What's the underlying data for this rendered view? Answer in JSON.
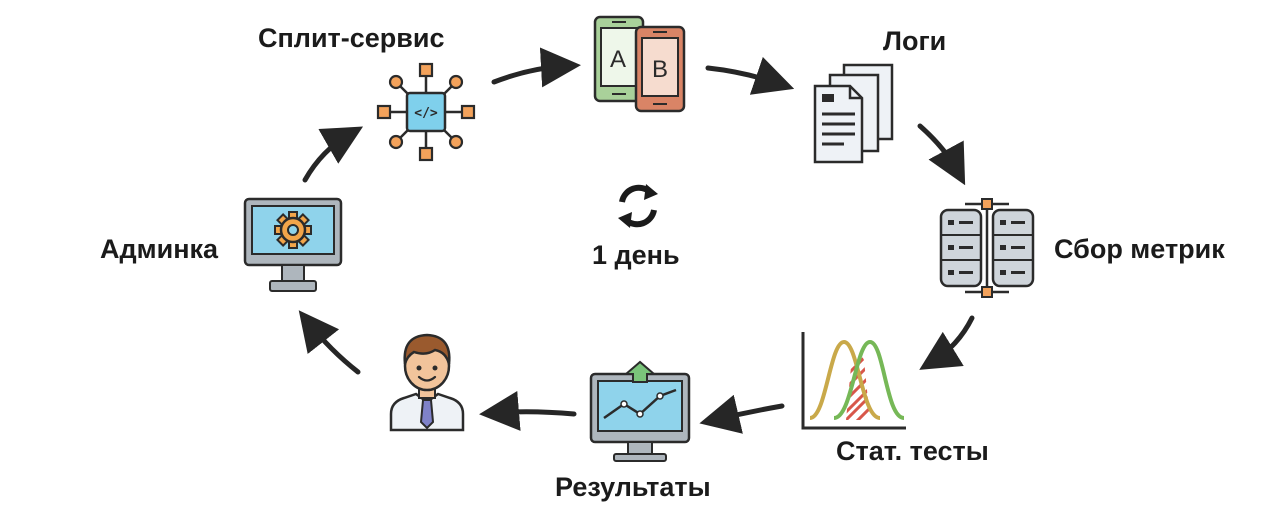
{
  "center": {
    "label": "1 день",
    "icon": "refresh-cycle-icon"
  },
  "nodes": [
    {
      "id": "split",
      "label": "Сплит-сервис",
      "icon": "network-hub-code-icon"
    },
    {
      "id": "ab",
      "label": "",
      "icon": "ab-phones-icon"
    },
    {
      "id": "logs",
      "label": "Логи",
      "icon": "documents-stack-icon"
    },
    {
      "id": "metrics",
      "label": "Сбор метрик",
      "icon": "server-racks-icon"
    },
    {
      "id": "stats",
      "label": "Стат. тесты",
      "icon": "distribution-curves-icon"
    },
    {
      "id": "results",
      "label": "Результаты",
      "icon": "monitor-chart-icon"
    },
    {
      "id": "analyst",
      "label": "",
      "icon": "analyst-person-icon"
    },
    {
      "id": "admin",
      "label": "Админка",
      "icon": "monitor-gear-icon"
    }
  ],
  "edges": [
    {
      "from": "split",
      "to": "ab"
    },
    {
      "from": "ab",
      "to": "logs"
    },
    {
      "from": "logs",
      "to": "metrics"
    },
    {
      "from": "metrics",
      "to": "stats"
    },
    {
      "from": "stats",
      "to": "results"
    },
    {
      "from": "results",
      "to": "analyst"
    },
    {
      "from": "analyst",
      "to": "admin"
    },
    {
      "from": "admin",
      "to": "split"
    }
  ],
  "ab_letters": {
    "a": "A",
    "b": "B"
  },
  "colors": {
    "outline": "#2b2b2b",
    "arrow": "#262626",
    "hub_blue": "#7fd0ec",
    "hub_orange": "#f3a25b",
    "phone_green": "#a9d19a",
    "phone_red": "#d98466",
    "screen_blue": "#8fd3eb",
    "gear_orange": "#f2a54a",
    "monitor_gray": "#aeb6bd",
    "paper": "#eef2f6",
    "server_gray": "#cfd5db",
    "curve_olive": "#c9a94a",
    "curve_green": "#76b857",
    "curve_red": "#d8574a",
    "skin": "#f2c49b",
    "hair": "#9a5a2e",
    "tie": "#7f82c9",
    "upload_green": "#7ac47a"
  }
}
